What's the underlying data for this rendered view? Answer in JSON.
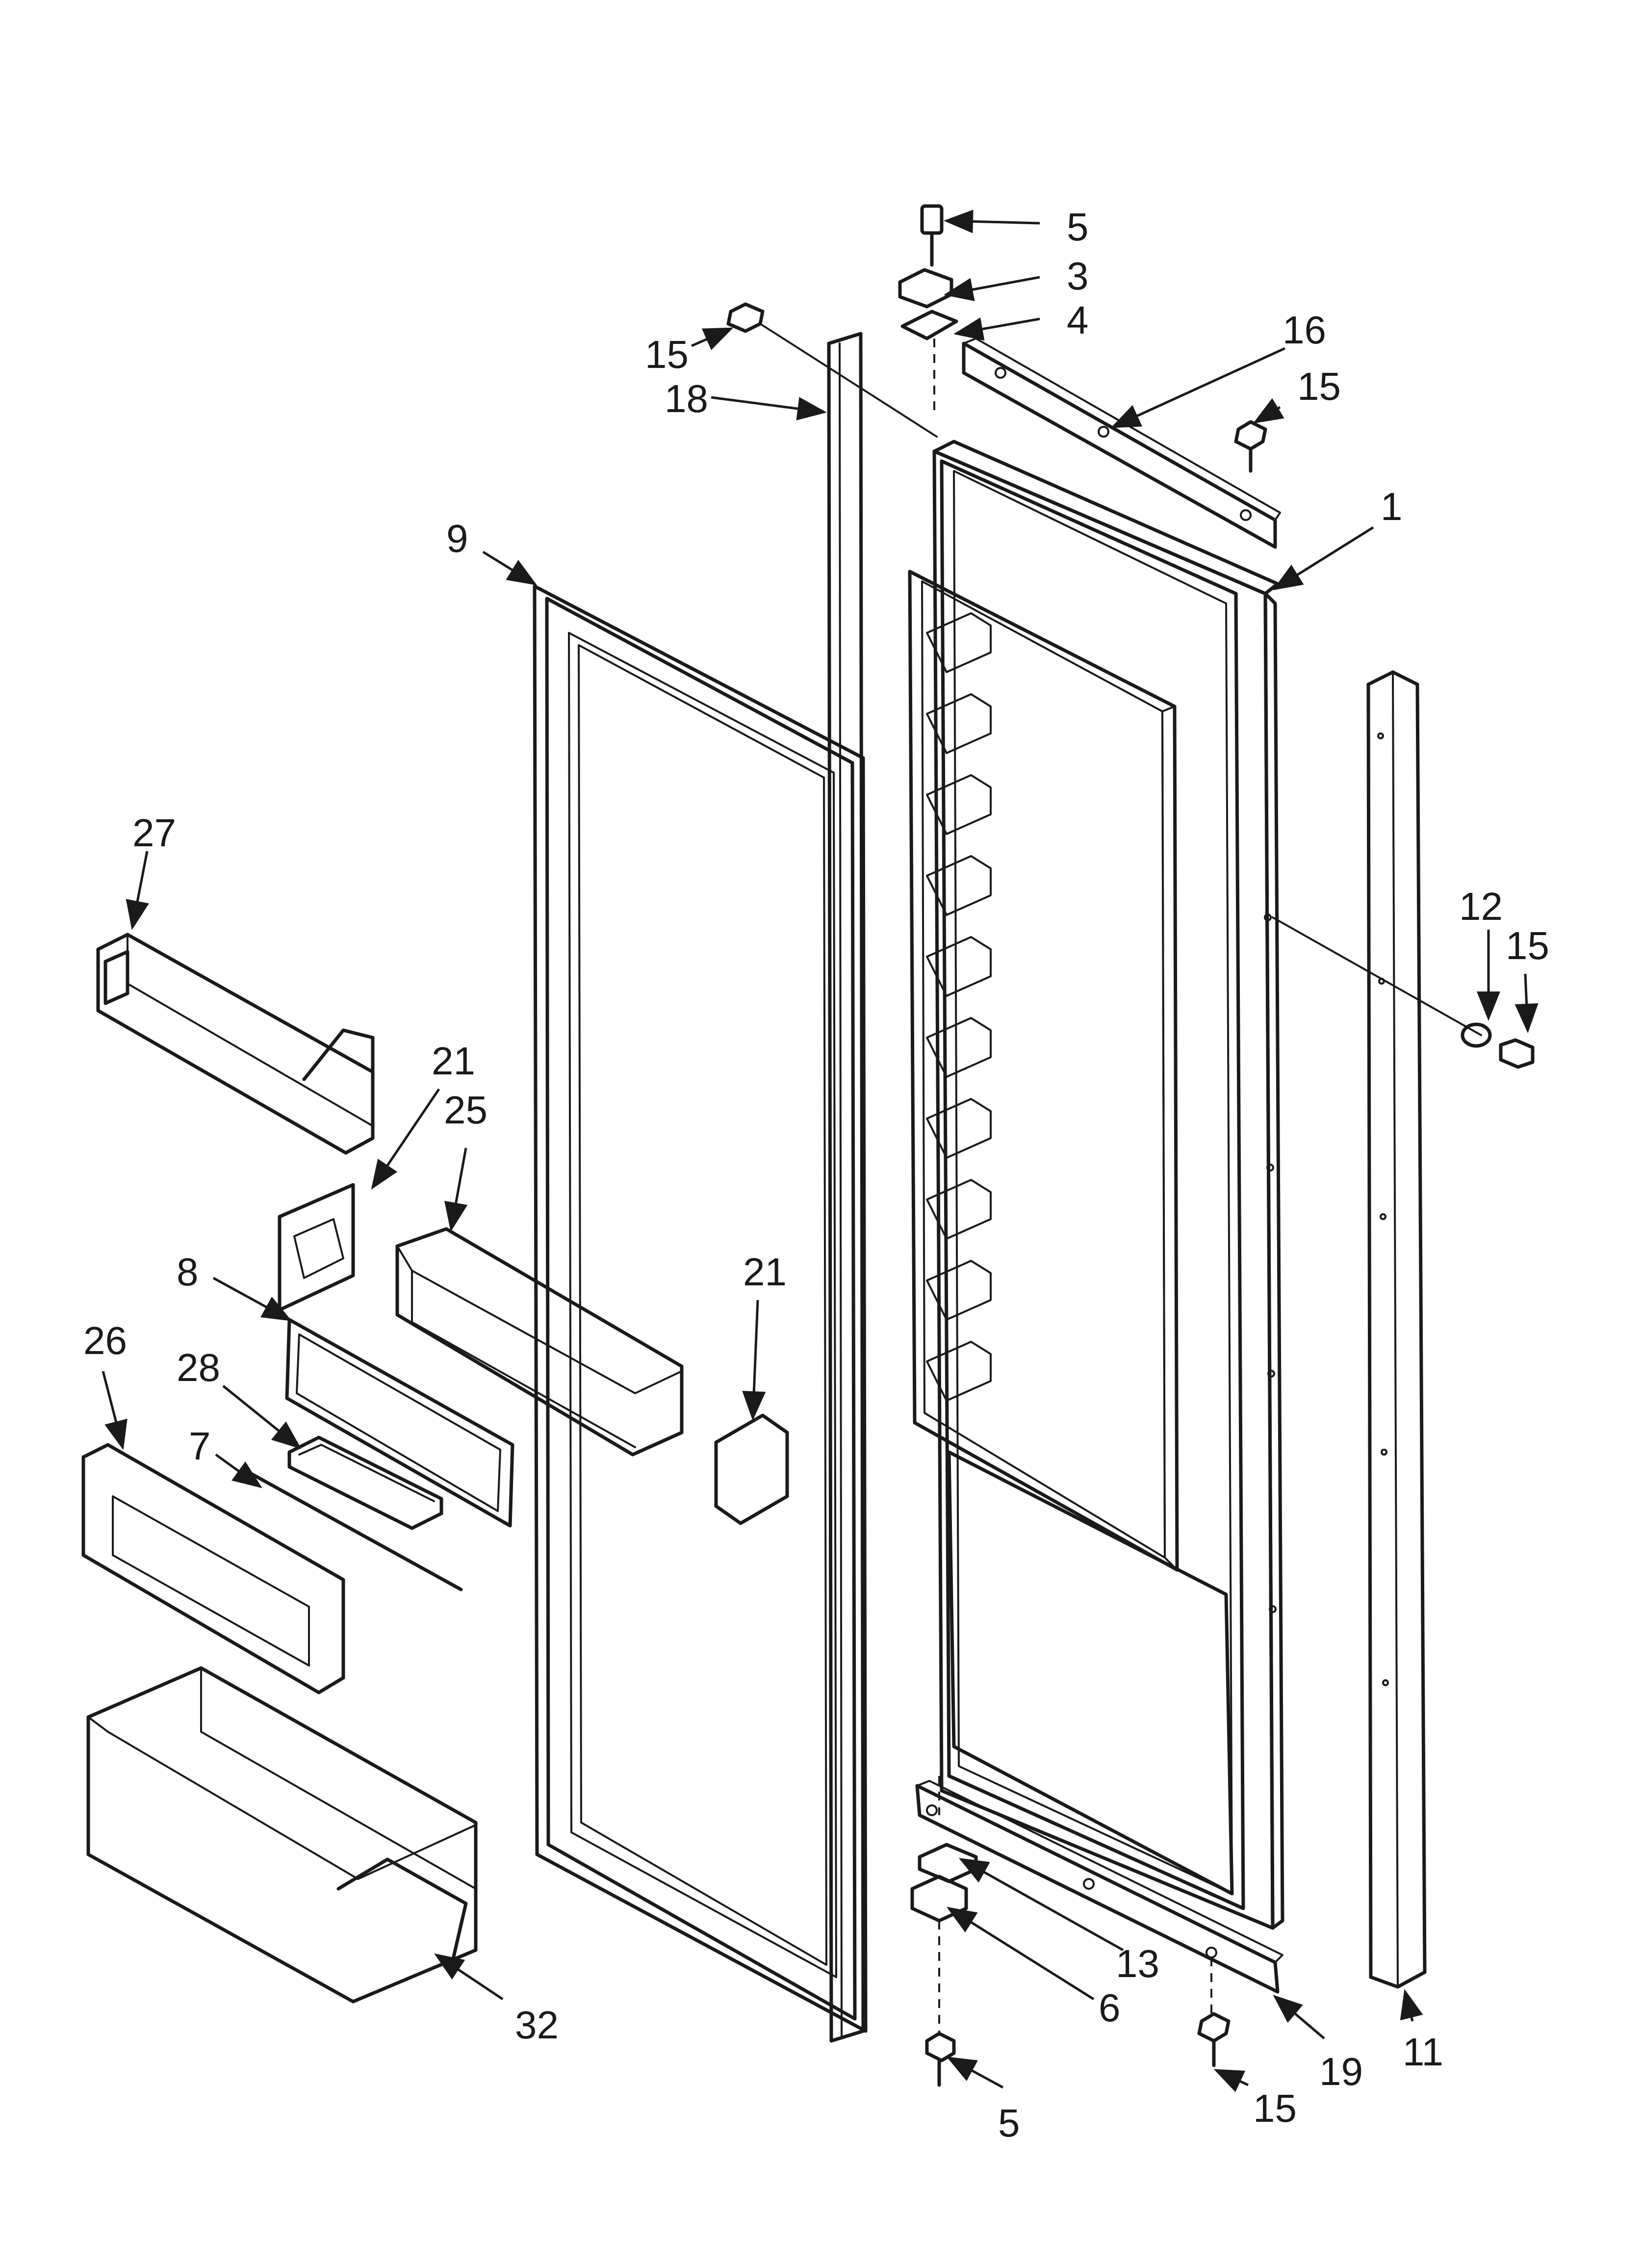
{
  "labels": [
    "5",
    "3",
    "4",
    "16",
    "15",
    "15",
    "18",
    "1",
    "9",
    "27",
    "12",
    "15",
    "21",
    "25",
    "21",
    "8",
    "26",
    "28",
    "7",
    "13",
    "6",
    "32",
    "19",
    "11",
    "5",
    "15"
  ]
}
